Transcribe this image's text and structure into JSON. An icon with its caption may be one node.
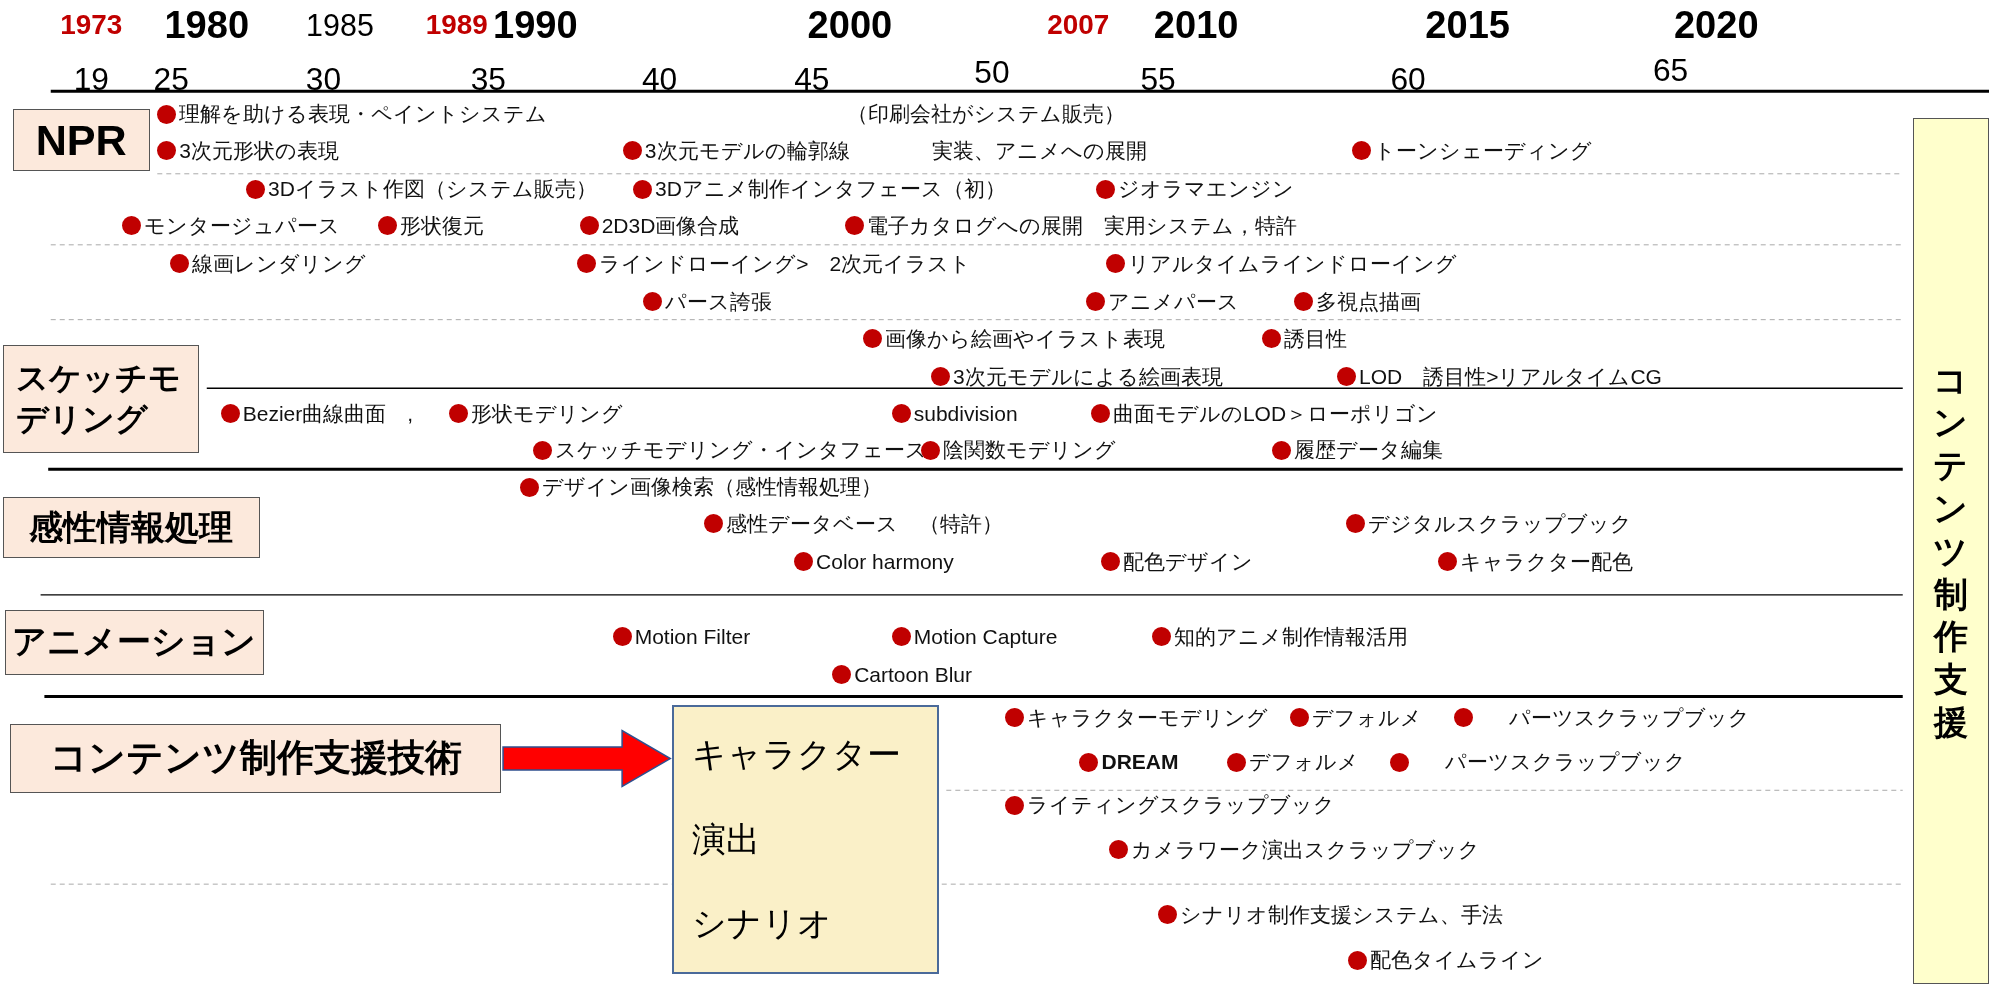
{
  "diagram": {
    "nodes": [
      {
        "text": [
          "NPR"
        ]
      },
      {
        "text": [
          "スケッチモデリング"
        ]
      },
      {
        "text": [
          "感性情報処理"
        ]
      },
      {
        "text": [
          "アニメーション"
        ]
      },
      {
        "text": [
          "コンテンツ制作支援技術"
        ]
      },
      {
        "text": [
          "キャラクター",
          "演出",
          "シナリオ"
        ]
      },
      {
        "text": [
          "コンテンツ制作支援"
        ]
      }
    ],
    "edges": [
      {
        "from": 4,
        "to": 5,
        "arrow": "to"
      }
    ],
    "labels": [
      "1973",
      "1980",
      "1985",
      "1989",
      "1990",
      "2000",
      "2007",
      "2010",
      "2015",
      "2020",
      "19",
      "25",
      "30",
      "35",
      "40",
      "45",
      "50",
      "55",
      "60",
      "65",
      "理解を助ける表現・ペイントシステム",
      "（印刷会社がシステム販売）",
      "3次元形状の表現",
      "3次元モデルの輪郭線",
      "実装、アニメへの展開",
      "トーンシェーディング",
      "3Dイラスト作図（システム販売）",
      "3Dアニメ制作インタフェース（初）",
      "ジオラマエンジン",
      "モンタージュパース",
      "形状復元",
      "2D3D画像合成",
      "電子カタログへの展開　実用システム，特許",
      "線画レンダリング",
      "ラインドローイング>　2次元イラスト",
      "リアルタイムラインドローイング",
      "パース誇張",
      "アニメパース",
      "多視点描画",
      "画像から絵画やイラスト表現",
      "誘目性",
      "3次元モデルによる絵画表現",
      "LOD　誘目性>リアルタイムCG",
      "Bezier曲線曲面　,",
      "形状モデリング",
      "subdivision",
      "曲面モデルのLOD＞ローポリゴン",
      "スケッチモデリング・インタフェース",
      "陰関数モデリング",
      "履歴データ編集",
      "デザイン画像検索（感性情報処理）",
      "感性データベース　（特許）",
      "デジタルスクラップブック",
      "Color harmony",
      "配色デザイン",
      "キャラクター配色",
      "Motion Filter",
      "Motion Capture",
      "知的アニメ制作情報活用",
      "Cartoon Blur",
      "キャラクターモデリング",
      "デフォルメ",
      "パーツスクラップブック",
      "DREAM",
      "デフォルメ",
      "パーツスクラップブック",
      "ライティングスクラップブック",
      "カメラワーク演出スクラップブック",
      "シナリオ制作支援システム、手法",
      "配色タイムライン"
    ]
  }
}
